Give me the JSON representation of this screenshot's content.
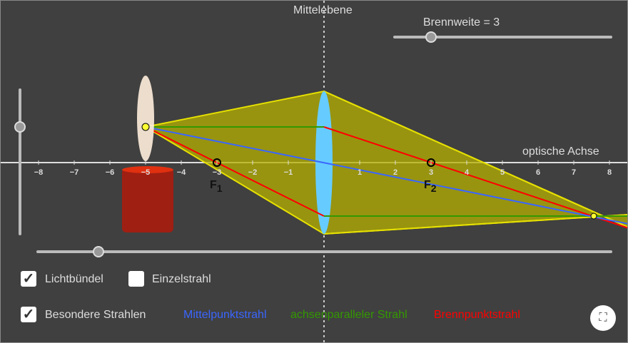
{
  "labels": {
    "mittelebene": "Mittelebene",
    "brennweite": "Brennweite = 3",
    "achse": "optische Achse",
    "f1": "F",
    "f1sub": "1",
    "f2": "F",
    "f2sub": "2"
  },
  "axis_ticks": [
    "-8",
    "-7",
    "-6",
    "-5",
    "-4",
    "-3",
    "-2",
    "-1",
    "1",
    "2",
    "3",
    "4",
    "5",
    "6",
    "7",
    "8"
  ],
  "controls": {
    "lichtbuendel": {
      "label": "Lichtbündel",
      "checked": true
    },
    "einzelstrahl": {
      "label": "Einzelstrahl",
      "checked": false
    },
    "besondere": {
      "label": "Besondere Strahlen",
      "checked": true
    }
  },
  "legend": {
    "mittelpunkt": "Mittelpunktstrahl",
    "achsenparallel": "achsenparalleler Strahl",
    "brennpunkt": "Brennpunktstrahl"
  },
  "colors": {
    "blue": "#3a66ff",
    "green": "#339900",
    "red": "#ff0000",
    "bundle": "#b5b000"
  },
  "sliders": {
    "brennweite": 3
  }
}
